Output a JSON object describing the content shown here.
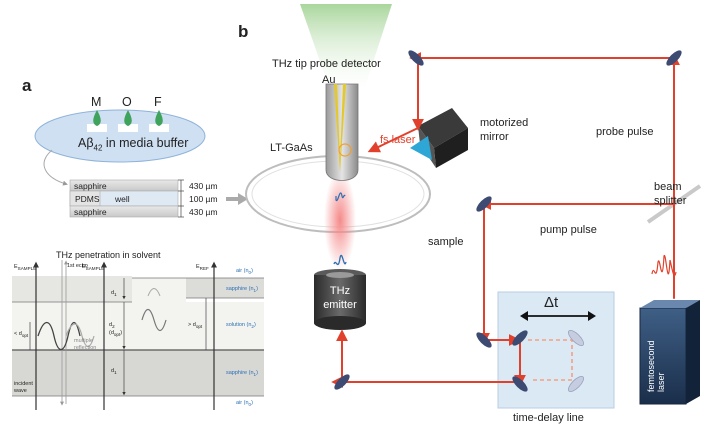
{
  "panel_a": {
    "letter": "a",
    "wells": [
      "M",
      "O",
      "F"
    ],
    "media_label": "Aβ",
    "media_sub": "42",
    "media_suffix": " in media buffer",
    "layers": [
      {
        "name": "sapphire",
        "size": "430 µm"
      },
      {
        "name": "PDMS",
        "name2": "well",
        "size": "100 µm"
      },
      {
        "name": "sapphire",
        "size": "430 µm"
      }
    ]
  },
  "panel_c": {
    "title": "THz penetration in solvent",
    "e_sample_1": "E",
    "e_sample_1_sub": "SAMPLE",
    "e_sample_2": "E",
    "e_sample_2_sub": "SAMPLE",
    "e_ref": "E",
    "e_ref_sub": "REF",
    "first_echo": "1st echo",
    "multiple_reflection": "multiple\nreflection",
    "less_d": "< d",
    "less_d_sub": "opt",
    "greater_d": "> d",
    "greater_d_sub": "opt",
    "d1_top": "d",
    "d1_top_sub": "1",
    "d2": "d",
    "d2_sub": "2",
    "d2_opt": "(d",
    "d2_opt_sub": "opt",
    "d2_opt_end": ")",
    "d1_bottom": "d",
    "d1_bottom_sub": "1",
    "incident_wave": "incident\nwave",
    "media": [
      {
        "label": "air (n",
        "sub": "0",
        "end": ")"
      },
      {
        "label": "sapphire (n",
        "sub": "1",
        "end": ")"
      },
      {
        "label": "solution (n",
        "sub": "2",
        "end": ")"
      },
      {
        "label": "sapphire (n",
        "sub": "1",
        "end": ")"
      },
      {
        "label": "air (n",
        "sub": "0",
        "end": ")"
      }
    ]
  },
  "panel_b": {
    "letter": "b",
    "detector": "THz tip probe detector",
    "au": "Au",
    "lt_gaas": "LT-GaAs",
    "fs_laser": "fs laser",
    "motorized_mirror": "motorized\nmirror",
    "probe_pulse": "probe pulse",
    "beam_splitter": "beam\nsplitter",
    "pump_pulse": "pump pulse",
    "sample": "sample",
    "emitter": "THz\nemitter",
    "femtosecond_laser": "femtosecond\nlaser",
    "delta_t": "Δt",
    "time_delay_line": "time-delay line"
  },
  "colors": {
    "beam": "#e1412c",
    "accent_blue": "#2a6fb5",
    "mirror": "#3d4a72",
    "detector_cone": "#bfe0b5",
    "delay_box": "#dbe9f5"
  }
}
